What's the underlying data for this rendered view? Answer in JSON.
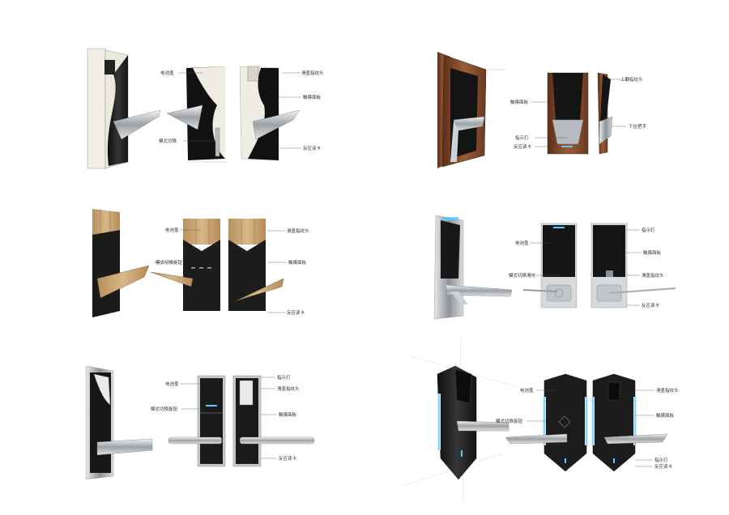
{
  "labels": {
    "s1": {
      "a": "电池盖",
      "b": "滑盖指纹头",
      "c": "触摸面板",
      "d": "模式切换",
      "e": "反应读卡"
    },
    "s2": {
      "a": "上翻指纹头",
      "b": "触摸面板",
      "c": "下拉把手",
      "d": "指示灯",
      "e": "反应读卡"
    },
    "s3": {
      "a": "电池盖",
      "b": "滑盖指纹头",
      "c": "模式切换旋钮",
      "d": "触摸面板",
      "e": "反应读卡"
    },
    "s4": {
      "a": "指示灯",
      "b": "电池盖",
      "c": "触摸面板",
      "d": "模式切换滑块",
      "e": "滑盖指纹头",
      "f": "反应读卡"
    },
    "s5": {
      "a": "电池盖",
      "b": "指示灯",
      "c": "滑盖指纹头",
      "d": "模式切换旋钮",
      "e": "触摸面板",
      "f": "反应读卡"
    },
    "s6": {
      "a": "电池盖",
      "b": "滑盖指纹头",
      "c": "模式切换旋钮",
      "d": "触摸面板",
      "e": "指示灯",
      "f": "反应读卡"
    }
  },
  "colors": {
    "body": "#1e1e1e",
    "panel": "#2c2c2c",
    "cream": "#eeece2",
    "wood": "#7a4a2c",
    "bamboo": "#c9a57a",
    "chrome": "#b8bcc0",
    "glow": "#57c8ff"
  }
}
